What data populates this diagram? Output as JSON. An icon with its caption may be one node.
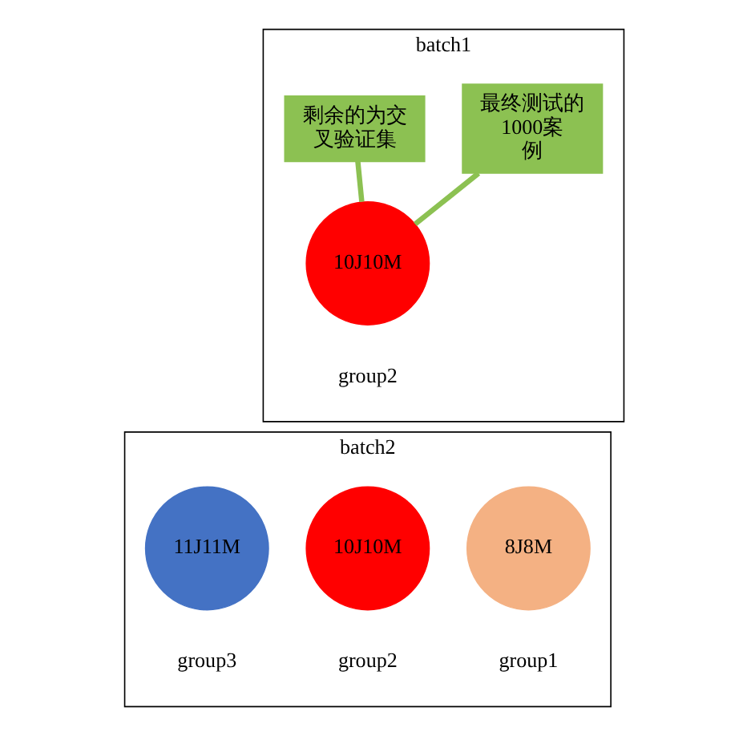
{
  "diagram": {
    "nodes": [
      {
        "text": [
          "batch1"
        ]
      },
      {
        "text": [
          "最终测试的1000案例"
        ],
        "in": 0
      },
      {
        "text": [
          "10J10M"
        ],
        "in": 0,
        "beside": [
          "group2"
        ]
      },
      {
        "text": [
          "剩余的为交叉验证集"
        ],
        "in": 0
      },
      {
        "text": [
          "batch2"
        ]
      },
      {
        "text": [
          "8J8M"
        ],
        "in": 4,
        "beside": [
          "group1"
        ]
      },
      {
        "text": [
          "10J10M"
        ],
        "in": 4,
        "beside": [
          "group2"
        ]
      },
      {
        "text": [
          "11J11M"
        ],
        "in": 4,
        "beside": [
          "group3"
        ]
      }
    ],
    "edges": [
      {
        "from": 1,
        "to": 2,
        "arrow": "none"
      },
      {
        "from": 3,
        "to": 2,
        "arrow": "none"
      }
    ]
  }
}
